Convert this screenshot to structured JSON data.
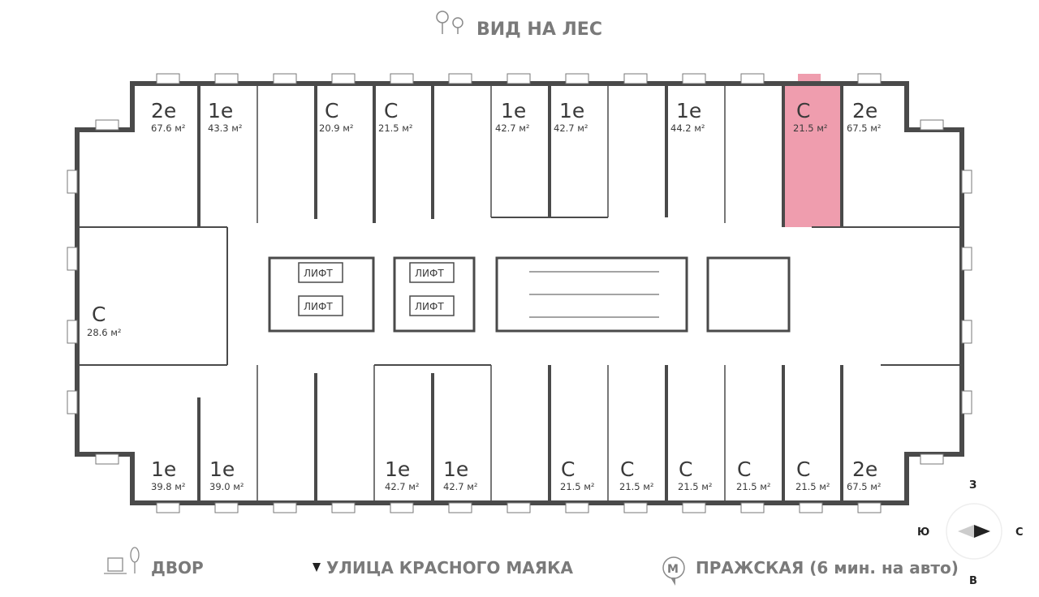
{
  "header": {
    "title": "ВИД НА ЛЕС",
    "icon": "trees-icon"
  },
  "colors": {
    "wall": "#4a4a4a",
    "highlight": "#ef9dae",
    "text": "#7a7a7a"
  },
  "top_units": [
    {
      "type": "2e",
      "area": "67.6 м²"
    },
    {
      "type": "1e",
      "area": "43.3 м²"
    },
    {
      "type": "С",
      "area": "20.9 м²"
    },
    {
      "type": "С",
      "area": "21.5 м²"
    },
    {
      "type": "1e",
      "area": "42.7 м²"
    },
    {
      "type": "1e",
      "area": "42.7 м²"
    },
    {
      "type": "1e",
      "area": "44.2 м²"
    },
    {
      "type": "С",
      "area": "21.5 м²",
      "selected": true
    },
    {
      "type": "2e",
      "area": "67.5 м²"
    }
  ],
  "left_unit": {
    "type": "С",
    "area": "28.6 м²"
  },
  "bottom_units": [
    {
      "type": "1e",
      "area": "39.8 м²"
    },
    {
      "type": "1e",
      "area": "39.0 м²"
    },
    {
      "type": "1e",
      "area": "42.7 м²"
    },
    {
      "type": "1e",
      "area": "42.7 м²"
    },
    {
      "type": "С",
      "area": "21.5 м²"
    },
    {
      "type": "С",
      "area": "21.5 м²"
    },
    {
      "type": "С",
      "area": "21.5 м²"
    },
    {
      "type": "С",
      "area": "21.5 м²"
    },
    {
      "type": "С",
      "area": "21.5 м²"
    },
    {
      "type": "2e",
      "area": "67.5 м²"
    }
  ],
  "lifts": [
    "ЛИФТ",
    "ЛИФТ",
    "ЛИФТ",
    "ЛИФТ"
  ],
  "legend": {
    "yard": "ДВОР",
    "street": "УЛИЦА КРАСНОГО МАЯКА",
    "metro_letter": "М",
    "metro": "ПРАЖСКАЯ (6 мин. на авто)"
  },
  "compass": {
    "north": "З",
    "west": "Ю",
    "east": "С",
    "south": "В"
  }
}
